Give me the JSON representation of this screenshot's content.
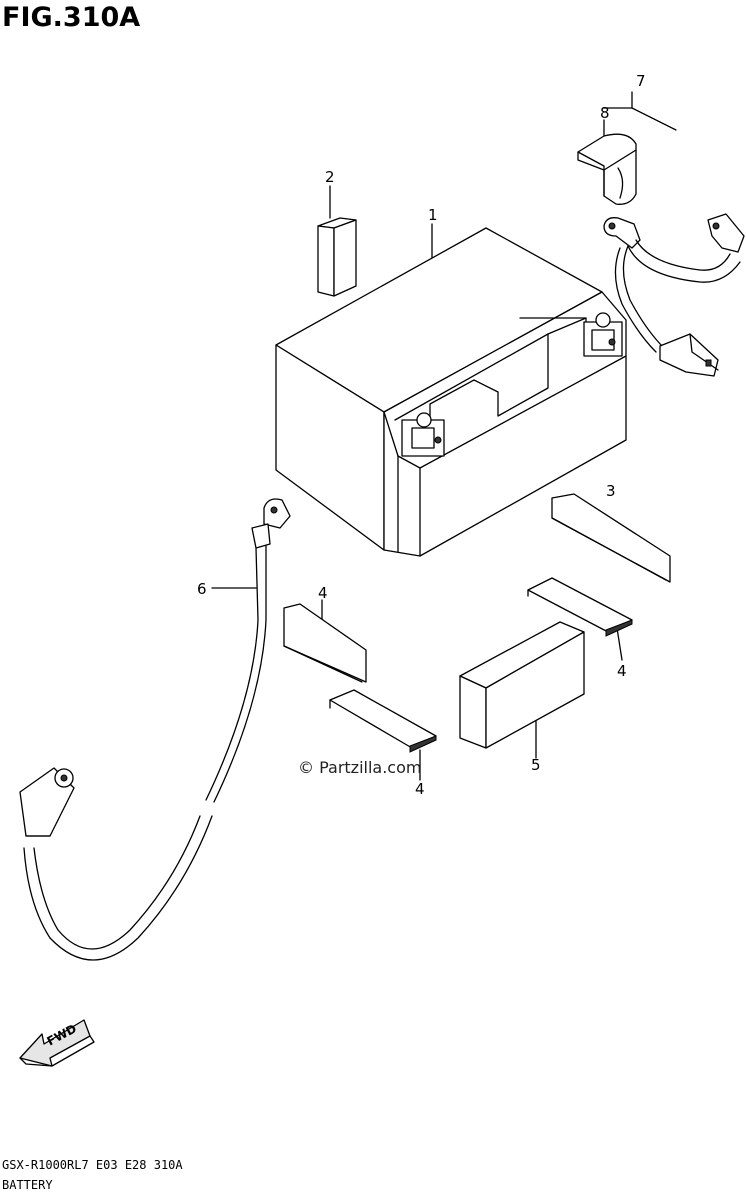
{
  "figure": {
    "title": "FIG.310A",
    "watermark": "© Partzilla.com",
    "fwd_label": "FWD",
    "footer_model": "GSX-R1000RL7  E03  E28  310A",
    "footer_section": "BATTERY"
  },
  "callouts": [
    {
      "id": "c1",
      "label": "1"
    },
    {
      "id": "c2",
      "label": "2"
    },
    {
      "id": "c3",
      "label": "3"
    },
    {
      "id": "c4a",
      "label": "4"
    },
    {
      "id": "c4b",
      "label": "4"
    },
    {
      "id": "c4c",
      "label": "4"
    },
    {
      "id": "c5",
      "label": "5"
    },
    {
      "id": "c6",
      "label": "6"
    },
    {
      "id": "c7",
      "label": "7"
    },
    {
      "id": "c8",
      "label": "8"
    }
  ]
}
